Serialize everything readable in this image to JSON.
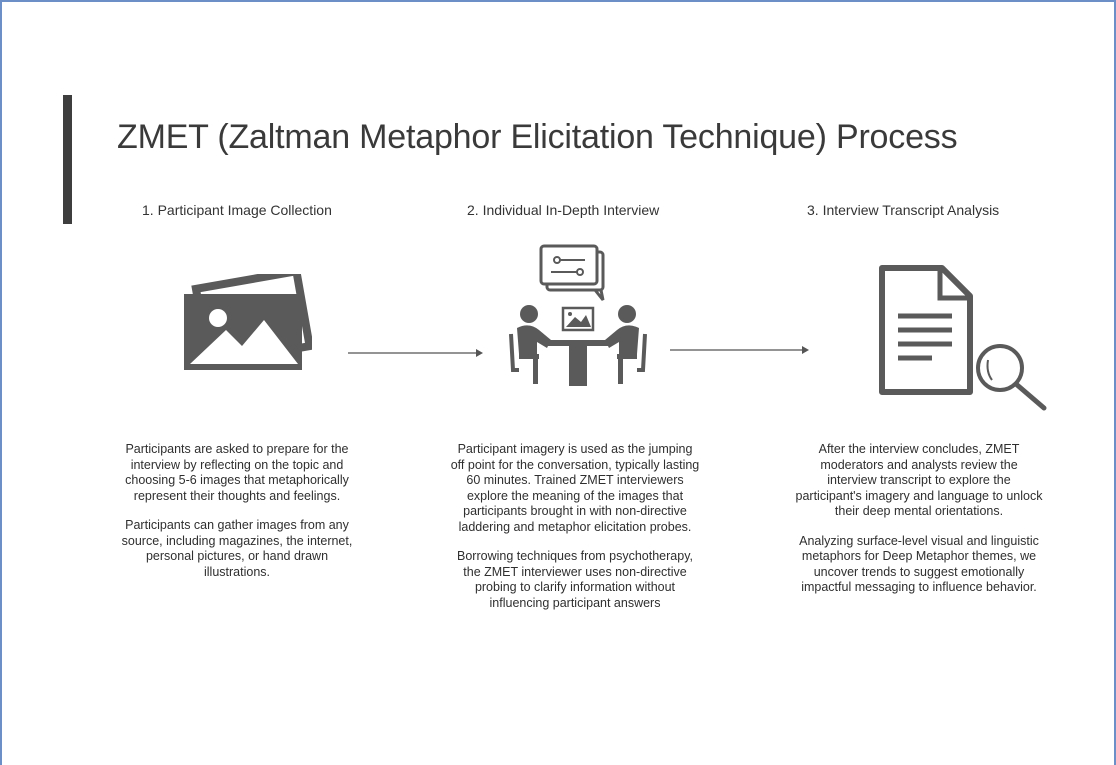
{
  "title": "ZMET (Zaltman Metaphor Elicitation Technique) Process",
  "steps": [
    {
      "heading": "1. Participant Image Collection",
      "icon": "image-gallery-icon",
      "paragraphs": [
        "Participants are asked to prepare for the interview by reflecting on the topic and choosing 5-6 images that metaphorically represent their thoughts and feelings.",
        "Participants can gather images from any source, including magazines, the internet, personal pictures, or hand drawn illustrations."
      ]
    },
    {
      "heading": "2. Individual In-Depth Interview",
      "icon": "interview-icon",
      "paragraphs": [
        "Participant imagery is used as the jumping off point for the conversation, typically lasting 60 minutes. Trained ZMET interviewers explore the meaning of the images that participants brought in with non-directive laddering and metaphor elicitation probes.",
        "Borrowing techniques from psychotherapy, the ZMET interviewer uses non-directive probing to clarify information without influencing participant answers"
      ]
    },
    {
      "heading": "3. Interview Transcript Analysis",
      "icon": "document-search-icon",
      "paragraphs": [
        "After the interview concludes, ZMET moderators and analysts review the interview transcript to explore the participant's imagery and language to unlock their deep mental orientations.",
        "Analyzing surface-level visual and linguistic metaphors for Deep Metaphor themes, we uncover trends to suggest emotionally impactful messaging to influence behavior."
      ]
    }
  ],
  "colors": {
    "icon": "#5a5a5a",
    "text": "#333333",
    "frame": "#6b8fc6"
  }
}
